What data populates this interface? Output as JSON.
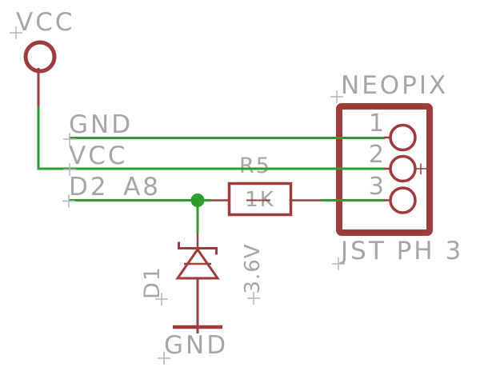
{
  "colors": {
    "background": "#ffffff",
    "wire_green": "#2e9e2d",
    "symbol_red": "#9e3b3b",
    "label_gray": "#a5a5a5",
    "cross_gray": "#b6b6b6"
  },
  "power": {
    "vcc_label": "VCC",
    "gnd_label": "GND"
  },
  "nets": {
    "gnd": "GND",
    "vcc": "VCC",
    "d2_a8": "D2_A8"
  },
  "components": {
    "resistor": {
      "name": "R5",
      "value": "1K"
    },
    "zener": {
      "name": "D1",
      "value": "3.6V"
    },
    "connector": {
      "name": "NEOPIX",
      "value": "JST PH 3",
      "pins": [
        "1",
        "2",
        "3"
      ]
    }
  }
}
